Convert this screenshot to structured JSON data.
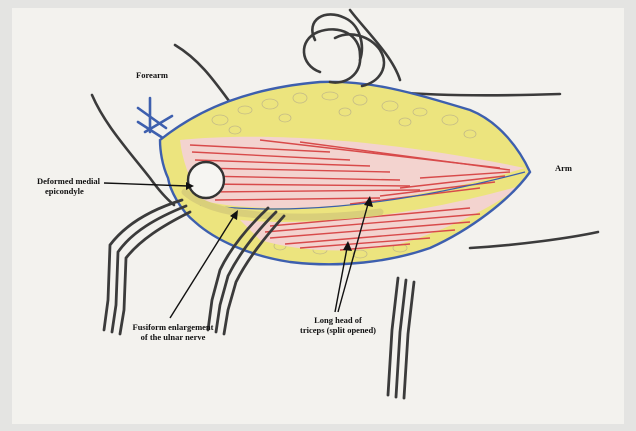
{
  "labels": {
    "forearm": "Forearm",
    "arm": "Arm",
    "epicondyle_line1": "Deformed medial",
    "epicondyle_line2": "epicondyle",
    "ulnar_line1": "Fusiform enlargement",
    "ulnar_line2": "of the ulnar nerve",
    "triceps_line1": "Long head of",
    "triceps_line2": "triceps (split opened)"
  },
  "colors": {
    "paper": "#f3f2ee",
    "border": "#d6d6d4",
    "outline_blue": "#3d5fae",
    "fat_yellow": "#e9e07a",
    "muscle_red": "#d84a4a",
    "muscle_fill": "#f3d3cf",
    "ink": "#3b3b3b"
  }
}
